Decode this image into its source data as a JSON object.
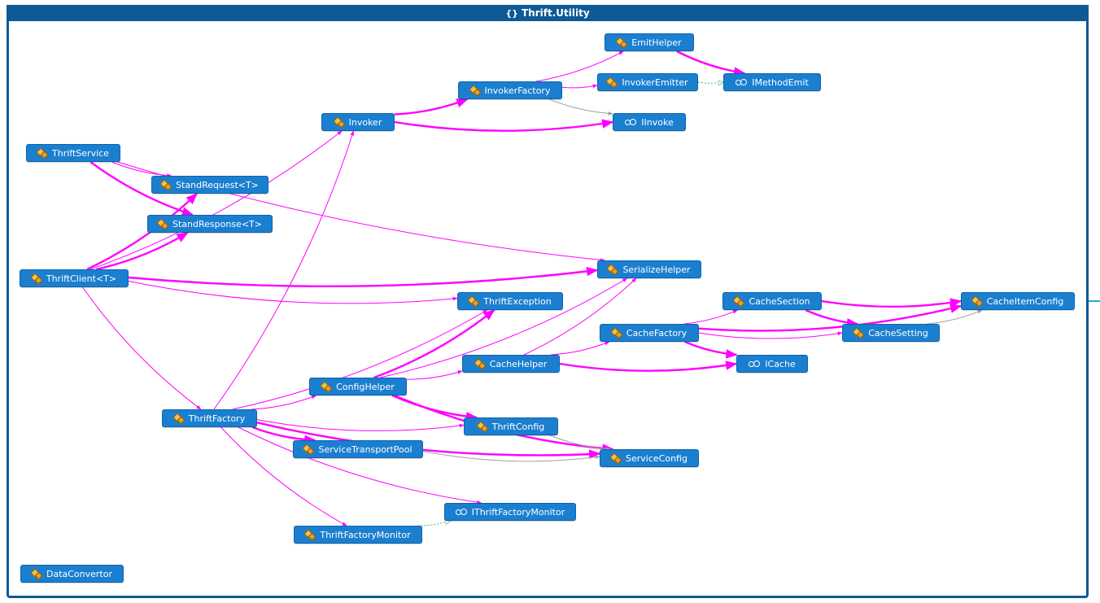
{
  "diagram": {
    "title": "Thrift.Utility",
    "title_icon": "namespace-braces-icon",
    "colors": {
      "frame": "#0d5a96",
      "node_fill": "#1b7fd0",
      "dependency_edge": "#ff00ff",
      "inheritance_edge": "#a0a0a0",
      "implements_edge": "#3cb371"
    },
    "nodes": [
      {
        "id": "EmitHelper",
        "label": "EmitHelper",
        "kind": "class"
      },
      {
        "id": "InvokerFactory",
        "label": "InvokerFactory",
        "kind": "class"
      },
      {
        "id": "InvokerEmitter",
        "label": "InvokerEmitter",
        "kind": "class"
      },
      {
        "id": "IMethodEmit",
        "label": "IMethodEmit",
        "kind": "interface"
      },
      {
        "id": "Invoker",
        "label": "Invoker",
        "kind": "class"
      },
      {
        "id": "IInvoke",
        "label": "IInvoke",
        "kind": "interface"
      },
      {
        "id": "ThriftService",
        "label": "ThriftService",
        "kind": "class"
      },
      {
        "id": "StandRequest",
        "label": "StandRequest<T>",
        "kind": "class"
      },
      {
        "id": "StandResponse",
        "label": "StandResponse<T>",
        "kind": "class"
      },
      {
        "id": "ThriftClient",
        "label": "ThriftClient<T>",
        "kind": "class"
      },
      {
        "id": "SerializeHelper",
        "label": "SerializeHelper",
        "kind": "class"
      },
      {
        "id": "CacheSection",
        "label": "CacheSection",
        "kind": "class"
      },
      {
        "id": "CacheItemConfig",
        "label": "CacheItemConfig",
        "kind": "class"
      },
      {
        "id": "ThriftException",
        "label": "ThriftException",
        "kind": "class"
      },
      {
        "id": "CacheFactory",
        "label": "CacheFactory",
        "kind": "class"
      },
      {
        "id": "CacheSetting",
        "label": "CacheSetting",
        "kind": "class"
      },
      {
        "id": "CacheHelper",
        "label": "CacheHelper",
        "kind": "class"
      },
      {
        "id": "ICache",
        "label": "ICache",
        "kind": "interface"
      },
      {
        "id": "ConfigHelper",
        "label": "ConfigHelper",
        "kind": "class"
      },
      {
        "id": "ThriftFactory",
        "label": "ThriftFactory",
        "kind": "class"
      },
      {
        "id": "ThriftConfig",
        "label": "ThriftConfig",
        "kind": "class"
      },
      {
        "id": "ServiceTransportPool",
        "label": "ServiceTransportPool",
        "kind": "class"
      },
      {
        "id": "ServiceConfig",
        "label": "ServiceConfig",
        "kind": "class"
      },
      {
        "id": "IThriftFactoryMonitor",
        "label": "IThriftFactoryMonitor",
        "kind": "interface"
      },
      {
        "id": "ThriftFactoryMonitor",
        "label": "ThriftFactoryMonitor",
        "kind": "class"
      },
      {
        "id": "DataConvertor",
        "label": "DataConvertor",
        "kind": "class"
      }
    ],
    "edges": [
      {
        "from": "InvokerFactory",
        "to": "EmitHelper",
        "type": "dependency",
        "weight": 1
      },
      {
        "from": "EmitHelper",
        "to": "IMethodEmit",
        "type": "dependency",
        "weight": 2
      },
      {
        "from": "InvokerFactory",
        "to": "InvokerEmitter",
        "type": "dependency",
        "weight": 1
      },
      {
        "from": "InvokerEmitter",
        "to": "IMethodEmit",
        "type": "implements",
        "weight": 1
      },
      {
        "from": "InvokerFactory",
        "to": "IInvoke",
        "type": "inheritance",
        "weight": 1
      },
      {
        "from": "Invoker",
        "to": "InvokerFactory",
        "type": "dependency",
        "weight": 2
      },
      {
        "from": "Invoker",
        "to": "IInvoke",
        "type": "dependency",
        "weight": 2
      },
      {
        "from": "ThriftService",
        "to": "StandRequest",
        "type": "dependency",
        "weight": 1
      },
      {
        "from": "ThriftService",
        "to": "StandResponse",
        "type": "dependency",
        "weight": 2
      },
      {
        "from": "ThriftService",
        "to": "SerializeHelper",
        "type": "dependency",
        "weight": 1
      },
      {
        "from": "ThriftClient",
        "to": "StandRequest",
        "type": "dependency",
        "weight": 2
      },
      {
        "from": "ThriftClient",
        "to": "StandResponse",
        "type": "dependency",
        "weight": 2
      },
      {
        "from": "ThriftClient",
        "to": "Invoker",
        "type": "dependency",
        "weight": 1
      },
      {
        "from": "ThriftClient",
        "to": "SerializeHelper",
        "type": "dependency",
        "weight": 2
      },
      {
        "from": "ThriftClient",
        "to": "ThriftException",
        "type": "dependency",
        "weight": 1
      },
      {
        "from": "ThriftClient",
        "to": "ThriftFactory",
        "type": "dependency",
        "weight": 1
      },
      {
        "from": "ThriftFactory",
        "to": "Invoker",
        "type": "dependency",
        "weight": 1
      },
      {
        "from": "ThriftFactory",
        "to": "ThriftException",
        "type": "dependency",
        "weight": 1
      },
      {
        "from": "ThriftFactory",
        "to": "ConfigHelper",
        "type": "dependency",
        "weight": 1
      },
      {
        "from": "ThriftFactory",
        "to": "ThriftConfig",
        "type": "dependency",
        "weight": 1
      },
      {
        "from": "ThriftFactory",
        "to": "ServiceTransportPool",
        "type": "dependency",
        "weight": 2
      },
      {
        "from": "ThriftFactory",
        "to": "ServiceConfig",
        "type": "dependency",
        "weight": 2
      },
      {
        "from": "ThriftFactory",
        "to": "IThriftFactoryMonitor",
        "type": "dependency",
        "weight": 1
      },
      {
        "from": "ThriftFactory",
        "to": "ThriftFactoryMonitor",
        "type": "dependency",
        "weight": 1
      },
      {
        "from": "ThriftFactoryMonitor",
        "to": "IThriftFactoryMonitor",
        "type": "implements",
        "weight": 1
      },
      {
        "from": "ConfigHelper",
        "to": "ThriftException",
        "type": "dependency",
        "weight": 2
      },
      {
        "from": "ConfigHelper",
        "to": "SerializeHelper",
        "type": "dependency",
        "weight": 1
      },
      {
        "from": "ConfigHelper",
        "to": "CacheHelper",
        "type": "dependency",
        "weight": 1
      },
      {
        "from": "ConfigHelper",
        "to": "ThriftConfig",
        "type": "dependency",
        "weight": 2
      },
      {
        "from": "ConfigHelper",
        "to": "ServiceConfig",
        "type": "dependency",
        "weight": 2
      },
      {
        "from": "ThriftConfig",
        "to": "ServiceConfig",
        "type": "inheritance",
        "weight": 1
      },
      {
        "from": "ServiceTransportPool",
        "to": "ServiceConfig",
        "type": "inheritance",
        "weight": 1
      },
      {
        "from": "CacheHelper",
        "to": "CacheFactory",
        "type": "dependency",
        "weight": 1
      },
      {
        "from": "CacheHelper",
        "to": "SerializeHelper",
        "type": "dependency",
        "weight": 1
      },
      {
        "from": "CacheHelper",
        "to": "ICache",
        "type": "dependency",
        "weight": 2
      },
      {
        "from": "CacheFactory",
        "to": "CacheSection",
        "type": "dependency",
        "weight": 1
      },
      {
        "from": "CacheFactory",
        "to": "CacheItemConfig",
        "type": "dependency",
        "weight": 2
      },
      {
        "from": "CacheFactory",
        "to": "CacheSetting",
        "type": "dependency",
        "weight": 1
      },
      {
        "from": "CacheFactory",
        "to": "ICache",
        "type": "dependency",
        "weight": 2
      },
      {
        "from": "CacheSection",
        "to": "CacheItemConfig",
        "type": "dependency",
        "weight": 2
      },
      {
        "from": "CacheSection",
        "to": "CacheSetting",
        "type": "dependency",
        "weight": 2
      },
      {
        "from": "CacheSetting",
        "to": "CacheItemConfig",
        "type": "inheritance",
        "weight": 1
      }
    ]
  }
}
